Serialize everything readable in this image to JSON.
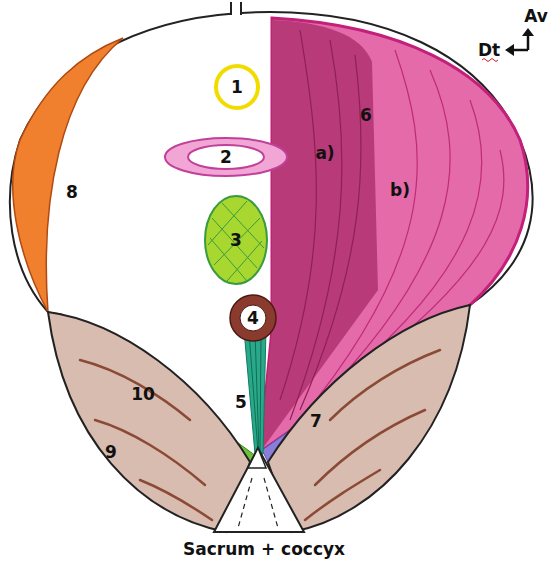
{
  "diagram": {
    "nodes": [
      {
        "text": [
          "1"
        ]
      },
      {
        "text": [
          "2"
        ]
      },
      {
        "text": [
          "3"
        ]
      },
      {
        "text": [
          "4"
        ]
      }
    ],
    "labels": [
      "a)",
      "b)",
      "5",
      "6",
      "7",
      "8",
      "9",
      "10",
      "Sacrum + coccyx",
      "Av",
      "Dt"
    ]
  }
}
